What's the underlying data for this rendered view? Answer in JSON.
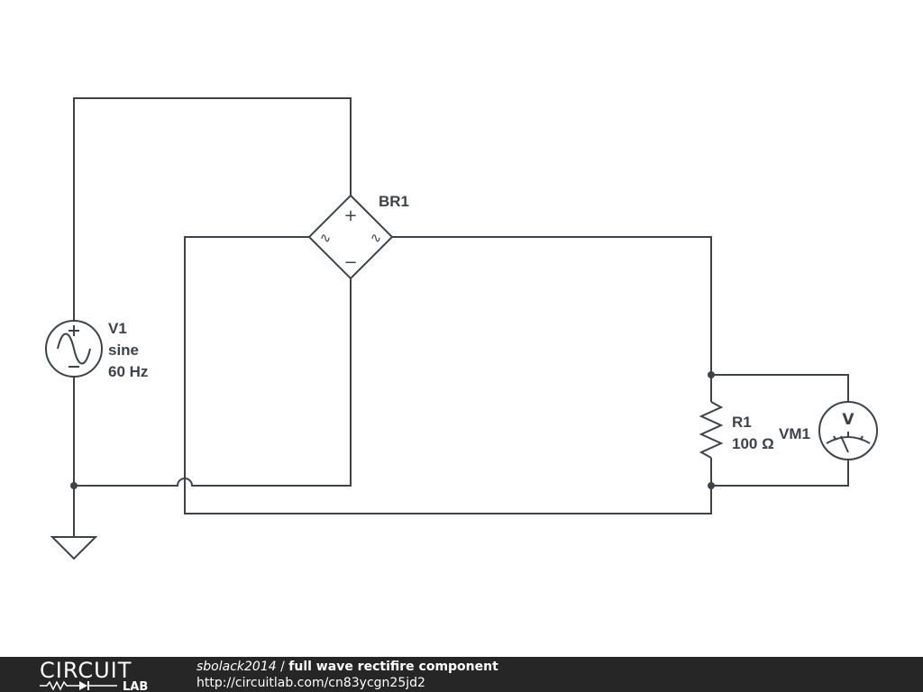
{
  "components": {
    "source": {
      "name": "V1",
      "type": "sine",
      "frequency": "60 Hz"
    },
    "bridge": {
      "name": "BR1",
      "plus": "+",
      "minus": "−",
      "ac": "∿"
    },
    "resistor": {
      "name": "R1",
      "value": "100 Ω"
    },
    "meter": {
      "name": "VM1",
      "letter": "V"
    }
  },
  "footer": {
    "logo_top": "CIRCUIT",
    "logo_bottom": "LAB",
    "author": "sbolack2014",
    "separator": " / ",
    "title": "full wave rectifire component",
    "url": "http://circuitlab.com/cn83ycgn25jd2"
  },
  "colors": {
    "ink": "#3d4347",
    "footer_bg": "#262626",
    "footer_text": "#ffffff"
  }
}
